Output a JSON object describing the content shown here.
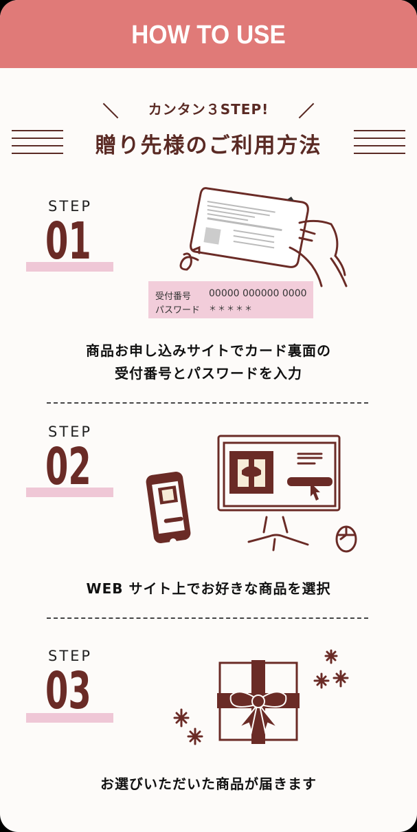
{
  "header": {
    "title": "HOW TO USE",
    "color": "#e07a78"
  },
  "intro": {
    "subtitle": "カンタン３STEP!",
    "title": "贈り先様のご利用方法"
  },
  "steps": [
    {
      "label": "STEP",
      "number": "01",
      "description_line1": "商品お申し込みサイトでカード裏面の",
      "description_line2": "受付番号とパスワードを入力",
      "illustration": "hand-holding-card-illustration",
      "credentials": {
        "receipt_label": "受付番号",
        "receipt_value": "00000 000000 0000",
        "password_label": "パスワード",
        "password_value": "＊＊＊＊＊"
      }
    },
    {
      "label": "STEP",
      "number": "02",
      "description_line1": "WEB サイト上でお好きな商品を選択",
      "illustration": "phone-and-monitor-illustration"
    },
    {
      "label": "STEP",
      "number": "03",
      "description_line1": "お選びいただいた商品が届きます",
      "illustration": "gift-box-illustration"
    }
  ],
  "colors": {
    "accent": "#e07a78",
    "brown": "#6a2b26",
    "pink_bar": "#e9b6c9",
    "background": "#fdfbf9"
  }
}
